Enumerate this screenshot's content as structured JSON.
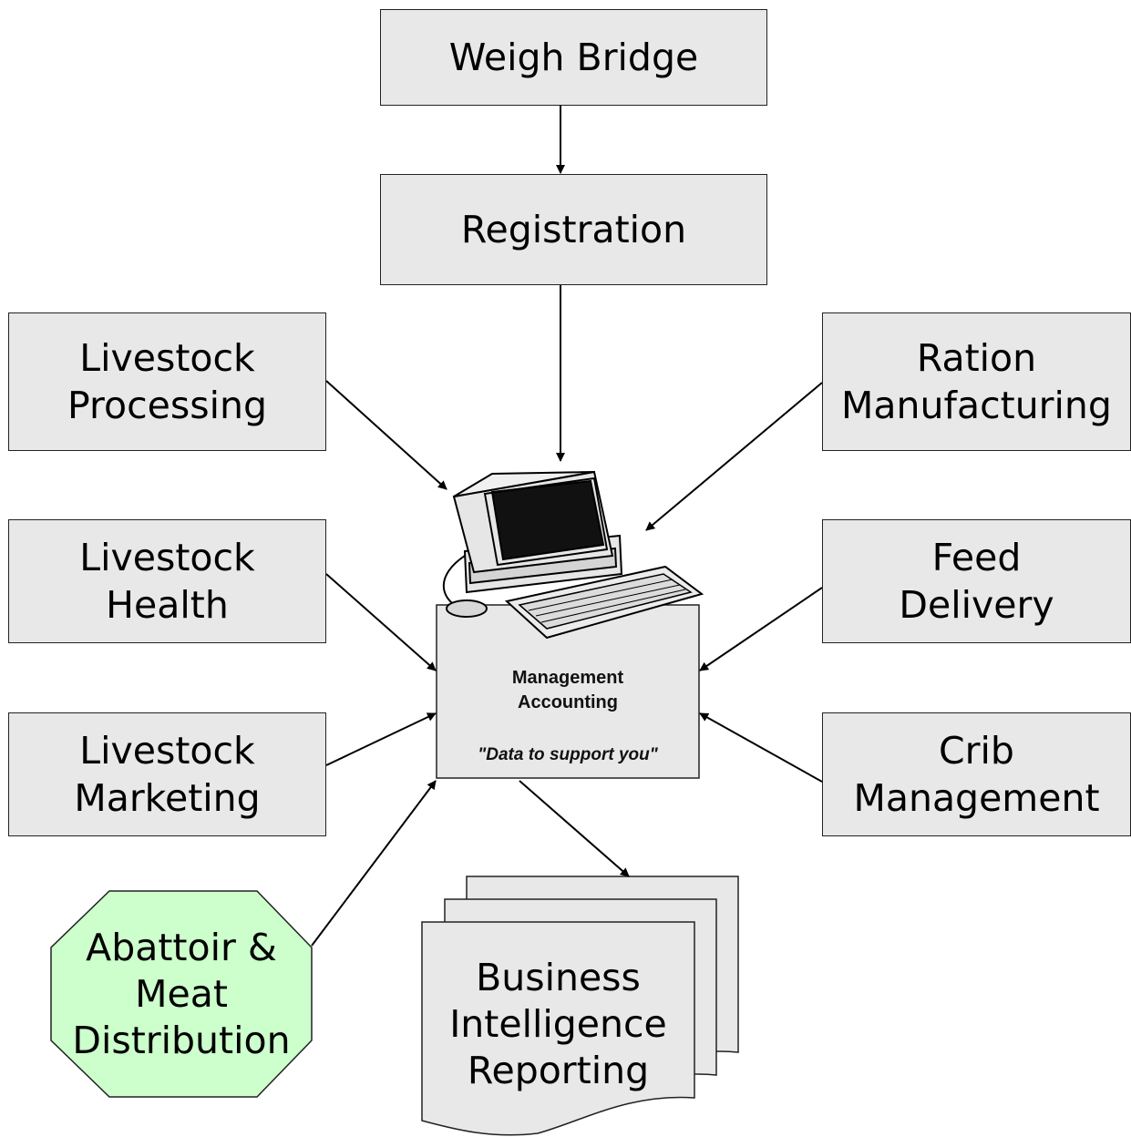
{
  "nodes": {
    "weigh_bridge": "Weigh Bridge",
    "registration": "Registration",
    "livestock_processing": "Livestock\nProcessing",
    "ration_manufacturing": "Ration\nManufacturing",
    "livestock_health": "Livestock\nHealth",
    "feed_delivery": "Feed\nDelivery",
    "livestock_marketing": "Livestock\nMarketing",
    "crib_management": "Crib\nManagement",
    "abattoir": "Abattoir &\nMeat\nDistribution",
    "business_intelligence": "Business\nIntelligence\nReporting"
  },
  "center": {
    "title": "Management\nAccounting",
    "tagline": "\"Data to support you\""
  },
  "colors": {
    "box_fill": "#e8e8e8",
    "abattoir_fill": "#ccffcc",
    "stroke": "#222222"
  }
}
